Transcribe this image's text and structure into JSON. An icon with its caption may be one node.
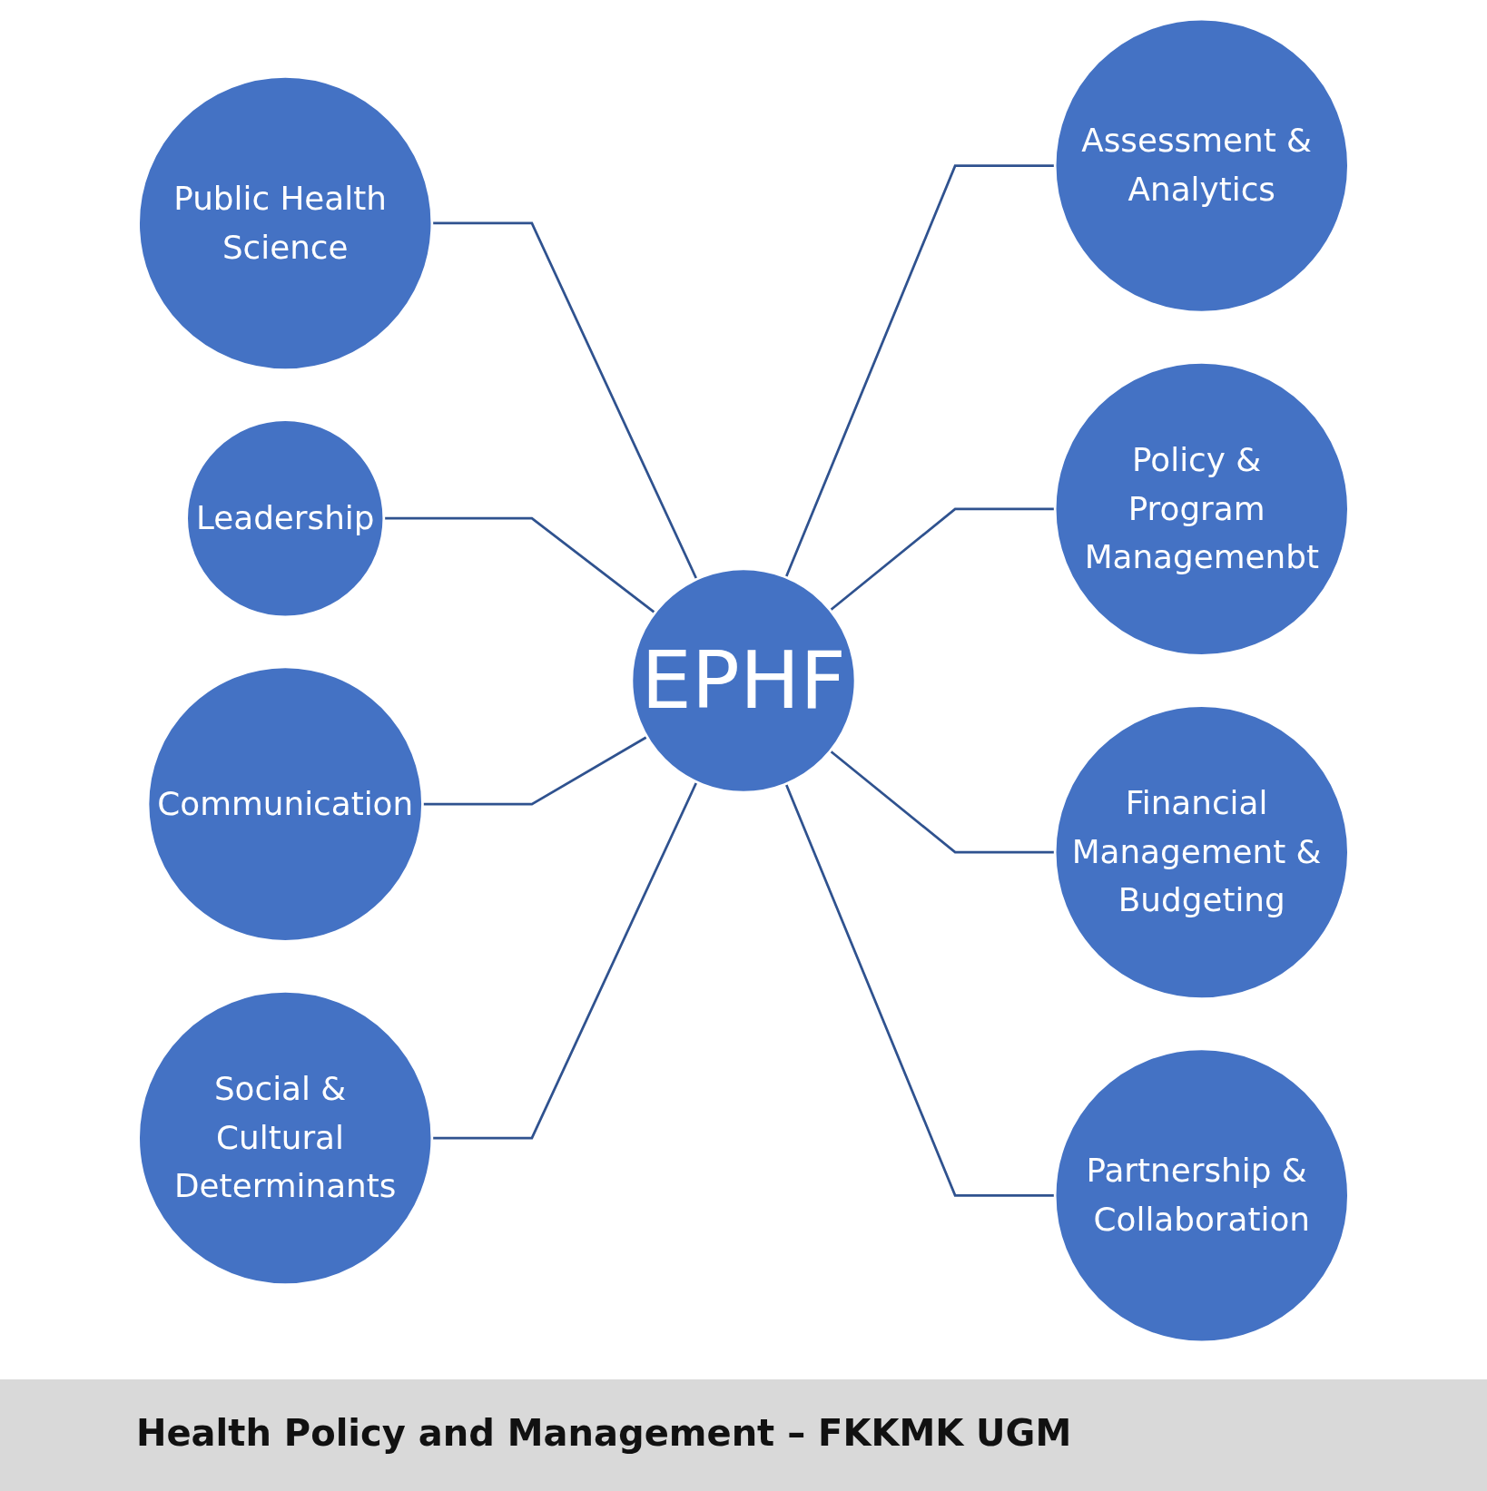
{
  "diagram": {
    "nodes": [
      {
        "text": [
          "Public Health Science"
        ]
      },
      {
        "text": [
          "Leadership"
        ]
      },
      {
        "text": [
          "Assessment & Analytics"
        ]
      },
      {
        "text": [
          "Communication"
        ]
      },
      {
        "text": [
          "EPHF"
        ]
      },
      {
        "text": [
          "Policy & Program Managemenbt"
        ]
      },
      {
        "text": [
          "Social & Cultural Determinants"
        ]
      },
      {
        "text": [
          "Financial Management & Budgeting"
        ]
      },
      {
        "text": [
          "Partnership & Collaboration"
        ]
      }
    ],
    "edges": [
      {
        "from": 0,
        "to": 4,
        "arrow": "none"
      },
      {
        "from": 1,
        "to": 4,
        "arrow": "none"
      },
      {
        "from": 3,
        "to": 4,
        "arrow": "none"
      },
      {
        "from": 6,
        "to": 4,
        "arrow": "none"
      },
      {
        "from": 4,
        "to": 2,
        "arrow": "none"
      },
      {
        "from": 4,
        "to": 5,
        "arrow": "none"
      },
      {
        "from": 4,
        "to": 7,
        "arrow": "none"
      },
      {
        "from": 4,
        "to": 8,
        "arrow": "none"
      }
    ],
    "labels": [
      "Health Policy and Management – FKKMK UGM"
    ]
  }
}
